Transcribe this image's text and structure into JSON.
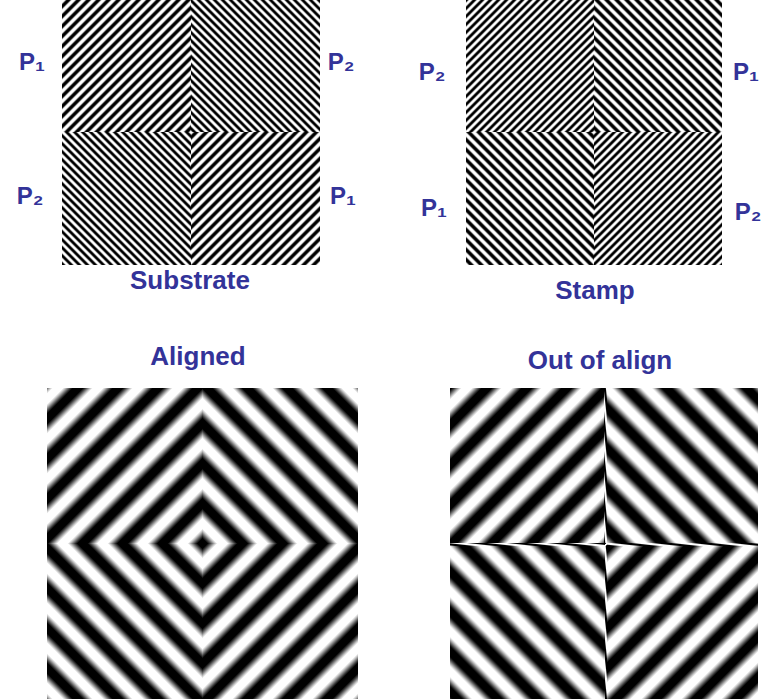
{
  "diagram": {
    "labels": [
      "P₁",
      "P₂",
      "P₂",
      "P₁",
      "Substrate",
      "P₂",
      "P₁",
      "P₁",
      "P₂",
      "Stamp",
      "Aligned",
      "Out of align"
    ]
  }
}
